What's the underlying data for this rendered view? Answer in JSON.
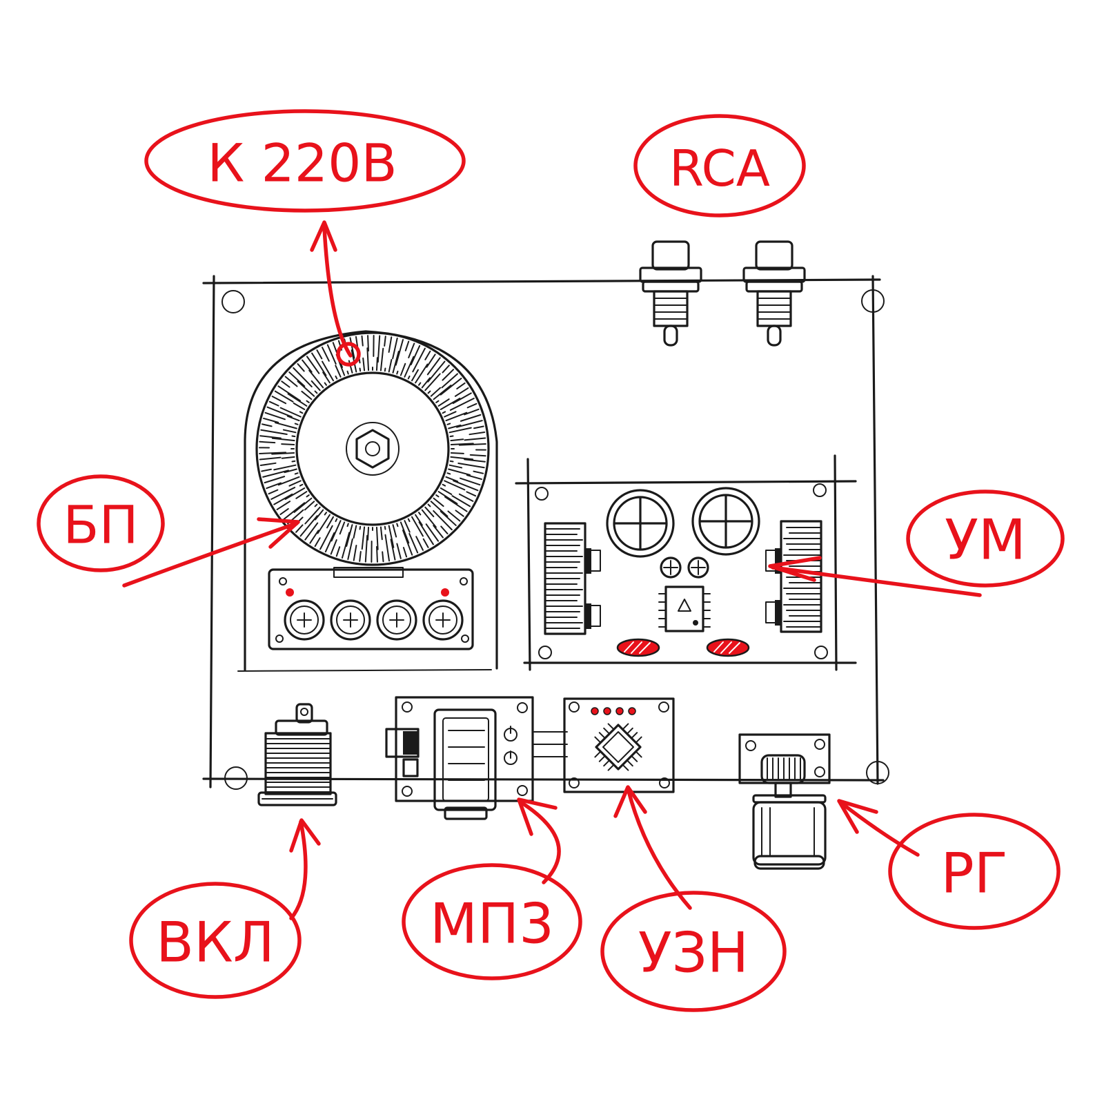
{
  "colors": {
    "ink": "#1a1a1a",
    "accent": "#e8121b",
    "background": "#ffffff"
  },
  "callouts": {
    "mains": "К 220В",
    "rca": "RCA",
    "psu": "БП",
    "amp": "УМ",
    "power_switch": "ВКЛ",
    "mp3": "МП3",
    "vu": "УЗН",
    "volume": "РГ"
  },
  "icons": {
    "toroidal_transformer": "toroid-icon",
    "rca_jack": "rca-jack-icon",
    "heatsink": "heatsink-icon",
    "capacitor": "capacitor-icon",
    "chip": "chip-icon",
    "toggle_switch": "toggle-switch-icon",
    "knob": "knob-icon"
  }
}
